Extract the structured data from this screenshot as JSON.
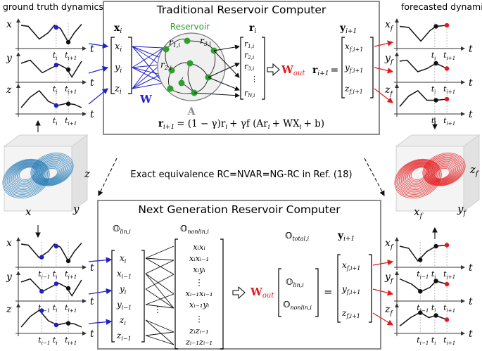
{
  "labels": {
    "ground_truth": "ground truth dynamics",
    "forecasted": "forecasted dynamics",
    "trad_title": "Traditional Reservoir Computer",
    "reservoir": "Reservoir",
    "equivalence": "Exact equivalence RC=NVAR=NG-RC in Ref. (18)",
    "ngrc_title": "Next Generation Reservoir Computer",
    "A": "A",
    "W": "W",
    "W_out": "W",
    "W_out_sub": "out"
  },
  "colors": {
    "blue": "#1f1fcf",
    "red": "#e31a1c",
    "green": "#2ca02c",
    "box": "#8c8c8c"
  },
  "ticks": {
    "ti": "t",
    "ti_sub": "i",
    "ti1_sub": "i+1",
    "tim1_sub": "i−1",
    "t": "t"
  },
  "vars": {
    "x": "x",
    "y": "y",
    "z": "z",
    "xf": "x",
    "yf": "y",
    "zf": "z",
    "f": "f"
  },
  "rc": {
    "x_vec_label": "x",
    "x_vec_sub": "i",
    "x_entries": [
      "x",
      "y",
      "z"
    ],
    "r_vec_label": "r",
    "r_vec_sub": "i",
    "r_entries": [
      "r",
      "r",
      "r",
      "⋮",
      "r"
    ],
    "r_entry_subs": [
      "1,i",
      "2,i",
      "3,i",
      "",
      "N,i"
    ],
    "node_labels": [
      "r",
      "r",
      "r"
    ],
    "node_subs": [
      "1,i",
      "3,i",
      "2,i"
    ],
    "y_vec_label": "y",
    "y_vec_sub": "i+1",
    "y_entries": [
      "x",
      "y",
      "z"
    ],
    "y_entry_subs": [
      "f,i+1",
      "f,i+1",
      "f,i+1"
    ],
    "r_next": "r",
    "r_next_sub": "i+1",
    "equals": "=",
    "update_eq": "r",
    "update_eq_rest": "= (1 − γ)r",
    "update_eq_tail": "+ γf (Ar",
    "update_eq_end": "+ WX",
    "update_eq_close": "+ b)"
  },
  "ngrc": {
    "lin_label": "lin,i",
    "nonlin_label": "nonlin,i",
    "total_label": "total,i",
    "O": "𝕆",
    "lin_entries": [
      "x",
      "x",
      "y",
      "y",
      "z",
      "z"
    ],
    "lin_subs": [
      "i",
      "i−1",
      "i",
      "i−1",
      "i",
      "i−1"
    ],
    "nonlin_entries": [
      "xᵢxᵢ",
      "xᵢxᵢ₋₁",
      "xᵢyᵢ",
      "⋮",
      "xᵢ₋₁xᵢ₋₁",
      "xᵢ₋₁yᵢ",
      "⋮",
      "zᵢzᵢ₋₁",
      "zᵢ₋₁zᵢ₋₁"
    ],
    "y_vec_label": "y",
    "y_vec_sub": "i+1",
    "y_entries": [
      "x",
      "y",
      "z"
    ],
    "y_entry_subs": [
      "f,i+1",
      "f,i+1",
      "f,i+1"
    ],
    "equals": "="
  },
  "lorenz_axes": {
    "left": [
      "x",
      "y",
      "z"
    ],
    "right": [
      "x",
      "y",
      "z"
    ]
  }
}
